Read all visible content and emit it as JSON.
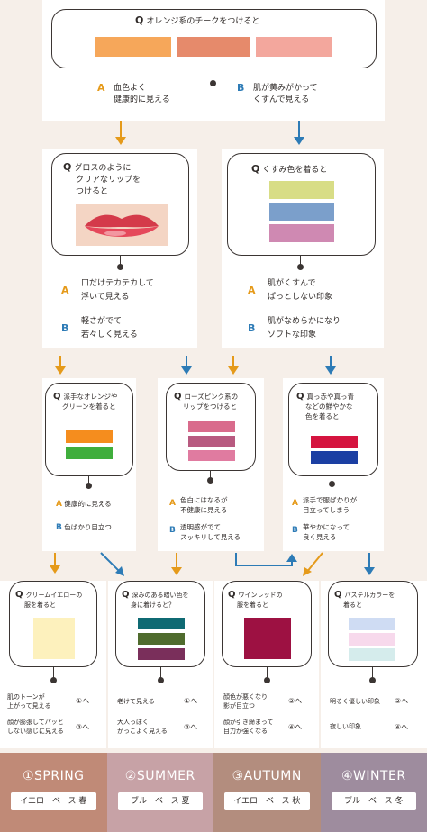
{
  "q1": {
    "mark": "Q",
    "text": "オレンジ系のチークをつけると",
    "colors": [
      "#f6a75a",
      "#e68a6b",
      "#f3a79d"
    ]
  },
  "q1_answers": {
    "a_mark": "A",
    "a_text1": "血色よく",
    "a_text2": "健康的に見える",
    "b_mark": "B",
    "b_text1": "肌が黄みがかって",
    "b_text2": "くすんで見える"
  },
  "q2": {
    "mark": "Q",
    "line1": "グロスのように",
    "line2": "クリアなリップを",
    "line3": "つけると"
  },
  "q2_answers": {
    "a1": "口だけテカテカして",
    "a2": "浮いて見える",
    "b1": "軽さがでて",
    "b2": "若々しく見える"
  },
  "q3": {
    "mark": "Q",
    "text": "くすみ色を着ると",
    "colors": [
      "#d8dd86",
      "#7b9fcb",
      "#cf89b2"
    ]
  },
  "q3_answers": {
    "a1": "肌がくすんで",
    "a2": "ぱっとしない印象",
    "b1": "肌がなめらかになり",
    "b2": "ソフトな印象"
  },
  "q4": {
    "mark": "Q",
    "line1": "派手なオレンジや",
    "line2": "グリーンを着ると",
    "colors": [
      "#f58d1e",
      "#3fae3c"
    ],
    "a": "健康的に見える",
    "b": "色ばかり目立つ"
  },
  "q5": {
    "mark": "Q",
    "line1": "ローズピンク系の",
    "line2": "リップをつけると",
    "colors": [
      "#d96b8c",
      "#b85a80",
      "#e07ba0"
    ],
    "a1": "色白にはなるが",
    "a2": "不健康に見える",
    "b1": "透明感がでて",
    "b2": "スッキリして見える"
  },
  "q6": {
    "mark": "Q",
    "line1": "真っ赤や真っ青",
    "line2": "などの鮮やかな",
    "line3": "色を着ると",
    "colors": [
      "#d5143f",
      "#1b3fa3"
    ],
    "a1": "派手で服ばかりが",
    "a2": "目立ってしまう",
    "b1": "華やかになって",
    "b2": "良く見える"
  },
  "q7": {
    "mark": "Q",
    "line1": "クリームイエローの",
    "line2": "服を着ると",
    "color": "#fdf1bd",
    "r1a": "肌のトーンが",
    "r1b": "上がって見える",
    "r1n": "①へ",
    "r2a": "顔が膨張してパッと",
    "r2b": "しない感じに見える",
    "r2n": "③へ"
  },
  "q8": {
    "mark": "Q",
    "line1": "深みのある暗い色を",
    "line2": "身に着けると？",
    "colors": [
      "#0f6a73",
      "#4f6b2d",
      "#7a2f5b"
    ],
    "r1": "老けて見える",
    "r1n": "①へ",
    "r2a": "大人っぽく",
    "r2b": "かっこよく見える",
    "r2n": "③へ"
  },
  "q9": {
    "mark": "Q",
    "line1": "ワインレッドの",
    "line2": "服を着ると",
    "color": "#9d1142",
    "r1a": "顔色が悪くなり",
    "r1b": "影が目立つ",
    "r1n": "②へ",
    "r2a": "顔が引き締まって",
    "r2b": "目力が強くなる",
    "r2n": "④へ"
  },
  "q10": {
    "mark": "Q",
    "line1": "パステルカラーを",
    "line2": "着ると",
    "colors": [
      "#cfdcf3",
      "#f7d9ec",
      "#d5ecec"
    ],
    "r1": "明るく優しい印象",
    "r1n": "②へ",
    "r2": "寂しい印象",
    "r2n": "④へ"
  },
  "results": [
    {
      "season": "①SPRING",
      "tag": "イエローベース 春",
      "bg": "#c08a77"
    },
    {
      "season": "②SUMMER",
      "tag": "ブルーベース 夏",
      "bg": "#c7a2a6"
    },
    {
      "season": "③AUTUMN",
      "tag": "イエローベース 秋",
      "bg": "#b38d7e"
    },
    {
      "season": "④WINTER",
      "tag": "ブルーベース 冬",
      "bg": "#9e8c9e"
    }
  ]
}
